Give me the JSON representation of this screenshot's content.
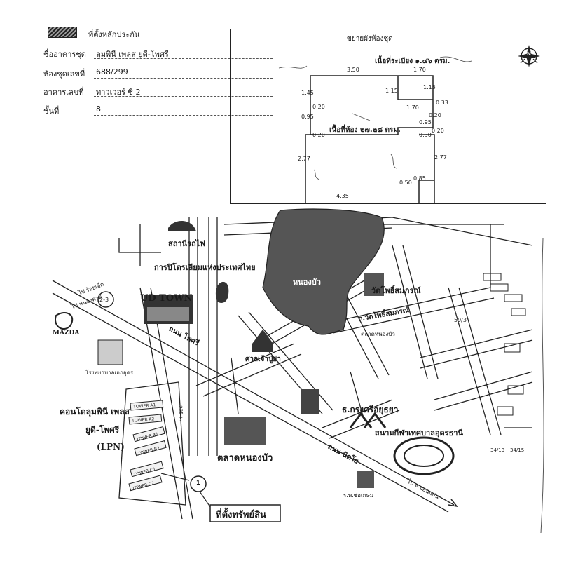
{
  "legend": {
    "label": "ที่ตั้งหลักประกัน"
  },
  "unit_info": [
    {
      "label": "ชื่ออาคารชุด",
      "value": "ลุมพินี เพลส ยูดี-โพศรี"
    },
    {
      "label": "ห้องชุดเลขที่",
      "value": "688/299"
    },
    {
      "label": "อาคารเลขที่",
      "value": "ทาวเวอร์ ซี 2"
    },
    {
      "label": "ชั้นที่",
      "value": "8"
    }
  ],
  "floorplan": {
    "title": "ขยายผังห้องชุด",
    "balcony_area": "เนื้อที่ระเบียง ๑.๔๖ ตรม.",
    "room_area": "เนื้อที่ห้อง ๒๗.๒๘ ตรม.",
    "dims": {
      "top_left": "3.50",
      "top_right": "1.70",
      "left_upper": "1.45",
      "inner_right": "1.15",
      "right_upper": "1.15",
      "mid_right": "1.70",
      "d020a": "0.20",
      "d095": "0.95",
      "d020b": "0.20",
      "d033": "0.33",
      "d020c": "0.20",
      "d095b": "0.95",
      "d020d": "0.20",
      "d030": "0.30",
      "left_lower": "2.77",
      "right_lower": "2.77",
      "d050": "0.50",
      "d085": "0.85",
      "bottom": "4.35"
    },
    "compass": "N"
  },
  "map": {
    "labels": {
      "station": "สถานีรถไฟ",
      "petroleum": "การปิโตรเลียมแห่งประเทศไทย",
      "lake": "หนองบัว",
      "temple": "วัดโพธิ์สมภรณ์",
      "ud_town": "UD TOWN",
      "to_udon": "ไป ร้อยเอ็ด",
      "to_nongkhai": "ไป หนองคาย",
      "route": "2-3",
      "mazda": "MAZDA",
      "road_phosri": "ถนน โพศรี",
      "hospital_ek": "โรงพยาบาลเอกอุดร",
      "shrine": "ศาลเจ้าปู่ย่า",
      "market_small": "ตลาดหนองบัว",
      "road_temple": "ถ.วัดโพธิ์สมภรณ์",
      "num_593": "59/3",
      "bank": "ธ.กรุงศรีอยุธยา",
      "stadium": "สนามกีฬาเทศบาลอุดรธานี",
      "condo_line1": "คอนโดลุมพินี เพลส",
      "condo_line2": "ยูดี-โพศรี",
      "condo_line3": "(LPN)",
      "tower_a1": "TOWER A1",
      "tower_a2": "TOWER A2",
      "tower_b1": "TOWER B1",
      "tower_b2": "TOWER B2",
      "tower_c1": "TOWER C1",
      "tower_c2": "TOWER C2",
      "market_big": "ตลาดหนองบัว",
      "road_nitat": "ถนน นิตโย",
      "to_kkn": "ไป จ.ขอนแก่น",
      "school": "ร.พ.ช่อเกษม",
      "marker": "1",
      "property": "ที่ตั้งทรัพย์สิน",
      "dist_225": "225 ม.",
      "num_3413": "34/13",
      "num_3415": "34/15"
    }
  },
  "colors": {
    "ink": "#1a1a1a",
    "lake": "#555555",
    "paper": "#ffffff"
  }
}
